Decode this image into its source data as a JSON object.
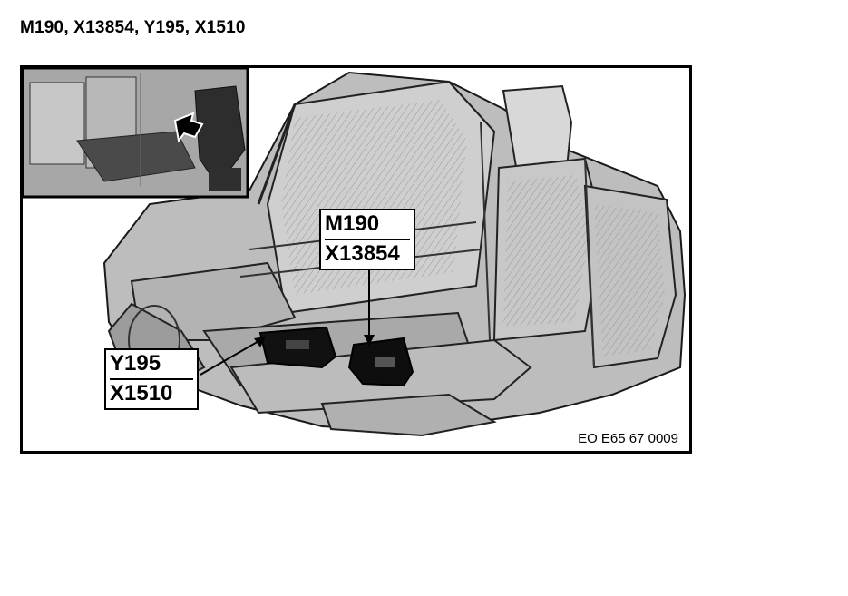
{
  "heading": "M190, X13854, Y195, X1510",
  "callouts": {
    "upper": [
      "M190",
      "X13854"
    ],
    "lower": [
      "Y195",
      "X1510"
    ]
  },
  "reference": "EO E65 67 0009",
  "inset": {
    "arrow_icon": "pointer-arrow-icon"
  }
}
